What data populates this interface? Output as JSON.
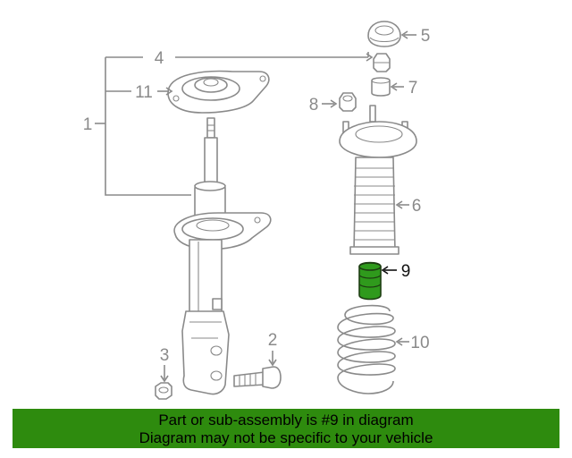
{
  "callouts": {
    "c1": "1",
    "c2": "2",
    "c3": "3",
    "c4": "4",
    "c5": "5",
    "c6": "6",
    "c7": "7",
    "c8": "8",
    "c9": "9",
    "c10": "10",
    "c11": "11"
  },
  "highlighted_part": "9",
  "colors": {
    "highlight_part": "#2f9a1c",
    "banner_bg": "#2e8b0e",
    "line": "#8a8a8a"
  },
  "banner": {
    "line1": "Part or sub-assembly is #9 in diagram",
    "line2": "Diagram may not be specific to your vehicle"
  }
}
